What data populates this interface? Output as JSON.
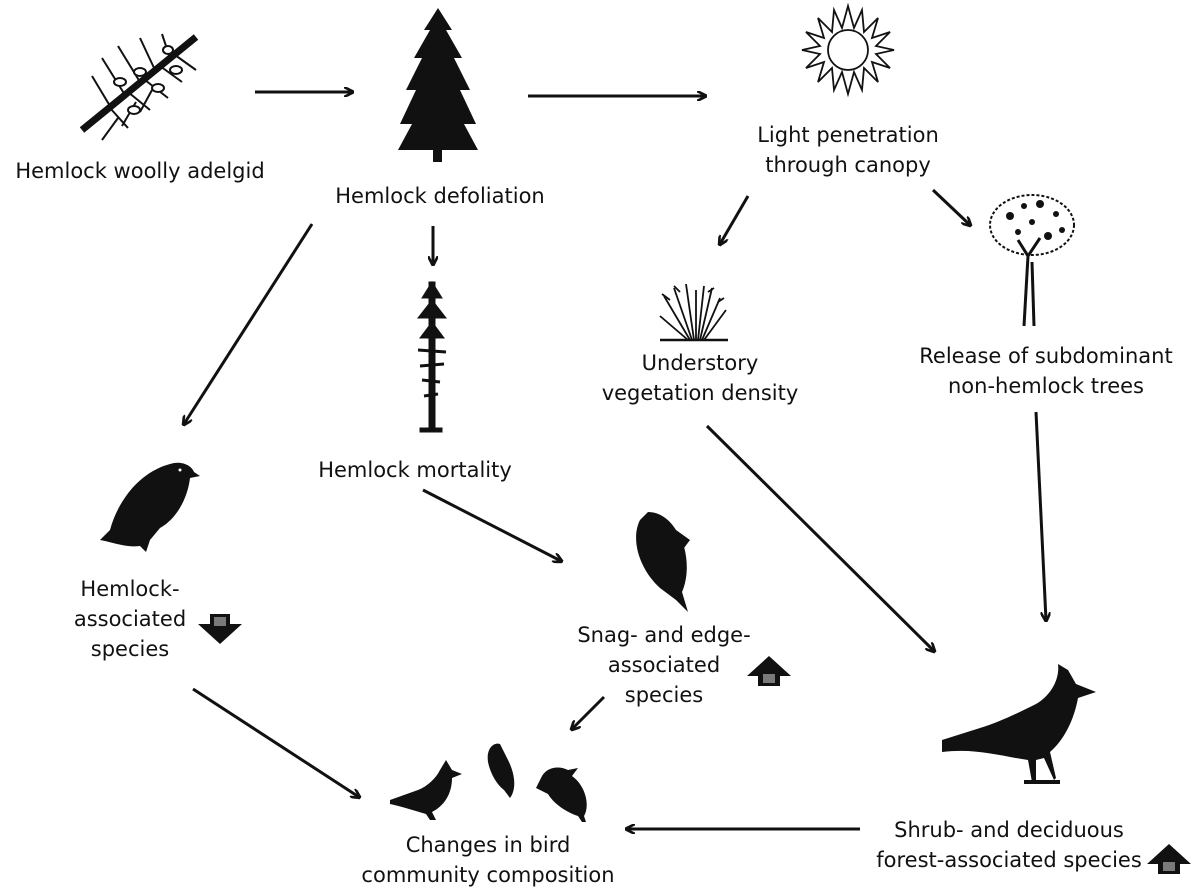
{
  "nodes": {
    "adelgid": {
      "lines": [
        "Hemlock woolly adelgid"
      ],
      "icon": "adelgid-branch-icon"
    },
    "defoliation": {
      "lines": [
        "Hemlock defoliation"
      ],
      "icon": "hemlock-tree-icon"
    },
    "light": {
      "lines": [
        "Light penetration",
        "through canopy"
      ],
      "icon": "sun-icon"
    },
    "understory": {
      "lines": [
        "Understory",
        "vegetation density"
      ],
      "icon": "shrub-icon"
    },
    "release": {
      "lines": [
        "Release of subdominant",
        "non-hemlock trees"
      ],
      "icon": "deciduous-tree-icon"
    },
    "mortality": {
      "lines": [
        "Hemlock mortality"
      ],
      "icon": "dead-hemlock-icon"
    },
    "hemlock_species": {
      "lines": [
        "Hemlock-",
        "associated",
        "species"
      ],
      "icon": "perched-bird-icon",
      "trend": "down"
    },
    "snag_species": {
      "lines": [
        "Snag- and edge-",
        "associated",
        "species"
      ],
      "icon": "woodpecker-icon",
      "trend": "up"
    },
    "shrub_species": {
      "lines": [
        "Shrub- and deciduous",
        "forest-associated species"
      ],
      "icon": "cardinal-icon",
      "trend": "up"
    },
    "changes": {
      "lines": [
        "Changes in bird",
        "community composition"
      ],
      "icon": "bird-group-icon"
    }
  },
  "colors": {
    "ink": "#111111",
    "trend_arrow": "#7a7a7a"
  },
  "edges": [
    [
      "adelgid",
      "defoliation"
    ],
    [
      "defoliation",
      "light"
    ],
    [
      "defoliation",
      "mortality"
    ],
    [
      "defoliation",
      "hemlock_species"
    ],
    [
      "light",
      "understory"
    ],
    [
      "light",
      "release"
    ],
    [
      "mortality",
      "snag_species"
    ],
    [
      "understory",
      "shrub_species"
    ],
    [
      "release",
      "shrub_species"
    ],
    [
      "hemlock_species",
      "changes"
    ],
    [
      "snag_species",
      "changes"
    ],
    [
      "shrub_species",
      "changes"
    ]
  ]
}
